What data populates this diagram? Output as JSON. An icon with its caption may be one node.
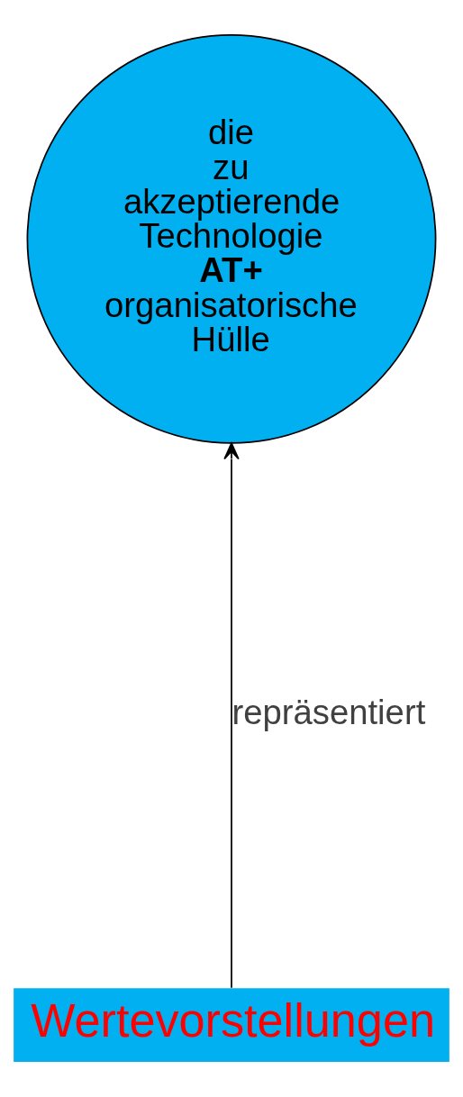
{
  "diagram": {
    "nodes": [
      {
        "text": [
          "die zu akzeptierende Technologie",
          "AT+",
          "organisatorische Hülle"
        ]
      },
      {
        "text": [
          "Wertevorstellungen"
        ]
      }
    ],
    "edges": [
      {
        "from": 1,
        "to": 0,
        "arrow": "to",
        "label": "repräsentiert"
      }
    ]
  }
}
